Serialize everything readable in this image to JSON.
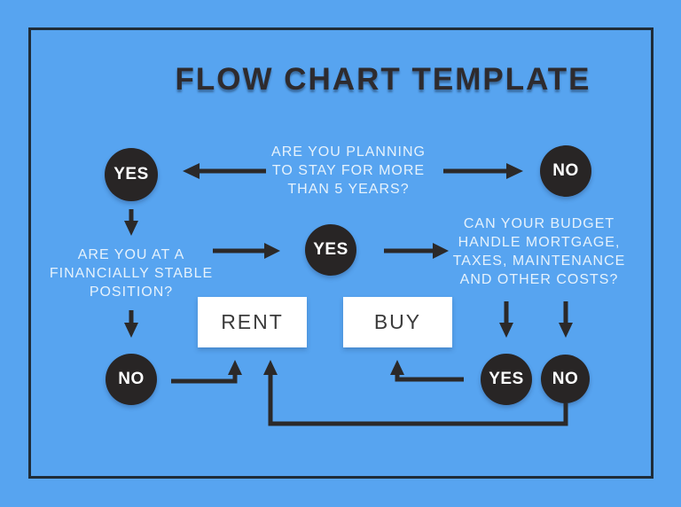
{
  "title": "FLOW CHART TEMPLATE",
  "questions": {
    "stay": {
      "lines": [
        "ARE YOU PLANNING",
        "TO STAY FOR MORE",
        "THAN 5 YEARS?"
      ]
    },
    "stable": {
      "lines": [
        "ARE YOU AT A",
        "FINANCIALLY STABLE",
        "POSITION?"
      ]
    },
    "budget": {
      "lines": [
        "CAN YOUR BUDGET",
        "HANDLE MORTGAGE,",
        "TAXES, MAINTENANCE",
        "AND OTHER COSTS?"
      ]
    }
  },
  "nodes": {
    "yes_top": "YES",
    "no_top": "NO",
    "yes_mid": "YES",
    "no_left": "NO",
    "yes_bottom": "YES",
    "no_bottom": "NO"
  },
  "outcomes": {
    "rent": "RENT",
    "buy": "BUY"
  },
  "colors": {
    "background": "#57A4F0",
    "frame_border": "#1F2C38",
    "node_fill": "#282525",
    "node_text": "#FFFFFF",
    "arrow": "#2B2929",
    "question_text": "#E6F2FC",
    "title_text": "#2E2B2E",
    "outcome_fill": "#FFFFFF",
    "outcome_text": "#3B3B3B"
  }
}
